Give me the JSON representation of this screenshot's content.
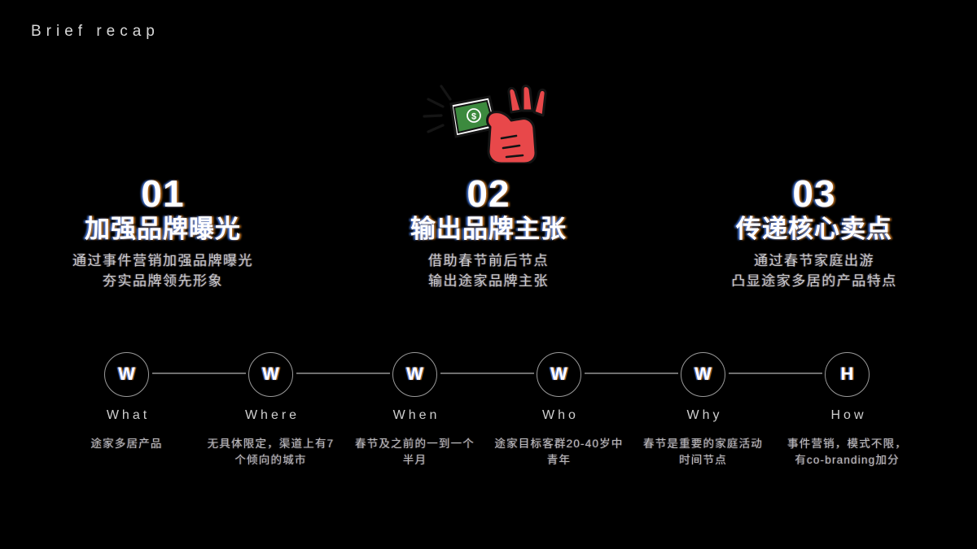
{
  "slide": {
    "background_color": "#000000",
    "kicker": "Brief recap"
  },
  "illustration": {
    "name": "red-claw-holding-dollar-bill",
    "hand_color": "#e8484a",
    "bill_color": "#3c8a3e",
    "bill_symbol": "$",
    "outline_color": "#1a1a1a"
  },
  "columns": [
    {
      "number": "01",
      "heading": "加强品牌曝光",
      "desc_line1": "通过事件营销加强品牌曝光",
      "desc_line2": "夯实品牌领先形象"
    },
    {
      "number": "02",
      "heading": "输出品牌主张",
      "desc_line1": "借助春节前后节点",
      "desc_line2": "输出途家品牌主张"
    },
    {
      "number": "03",
      "heading": "传递核心卖点",
      "desc_line1": "通过春节家庭出游",
      "desc_line2": "凸显途家多居的产品特点"
    }
  ],
  "framework": {
    "nodes": [
      {
        "initial": "W",
        "label": "What",
        "desc": "途家多居产品"
      },
      {
        "initial": "W",
        "label": "Where",
        "desc": "无具体限定，渠道上有7个倾向的城市"
      },
      {
        "initial": "W",
        "label": "When",
        "desc": "春节及之前的一到一个半月"
      },
      {
        "initial": "W",
        "label": "Who",
        "desc": "途家目标客群20-40岁中青年"
      },
      {
        "initial": "W",
        "label": "Why",
        "desc": "春节是重要的家庭活动时间节点"
      },
      {
        "initial": "H",
        "label": "How",
        "desc": "事件营销，模式不限，有co-branding加分"
      }
    ]
  }
}
